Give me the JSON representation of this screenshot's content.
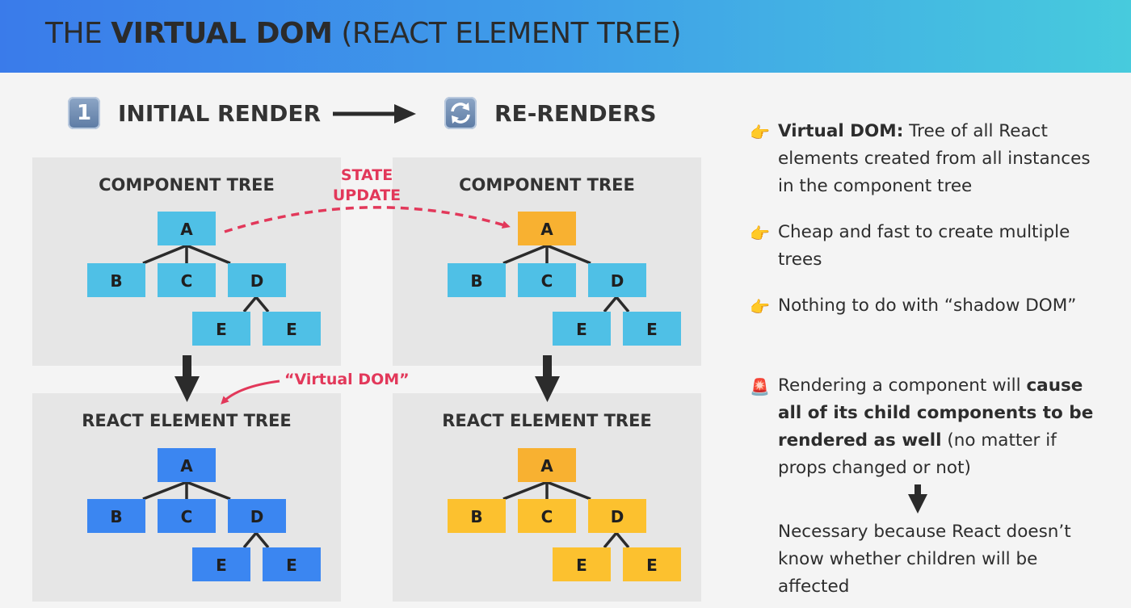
{
  "header": {
    "title_prefix": "THE ",
    "title_bold": "VIRTUAL DOM",
    "title_suffix": " (REACT ELEMENT TREE)"
  },
  "steps": {
    "initial_badge": "1",
    "initial_label": "INITIAL RENDER",
    "rerender_label": "RE-RENDERS"
  },
  "panels": {
    "component_tree_title": "COMPONENT TREE",
    "element_tree_title": "REACT ELEMENT TREE"
  },
  "nodes": {
    "a": "A",
    "b": "B",
    "c": "C",
    "d": "D",
    "e": "E"
  },
  "notes": {
    "state_update_line1": "STATE",
    "state_update_line2": "UPDATE",
    "virtual_dom": "“Virtual DOM”"
  },
  "colors": {
    "component_node": "#4fc0e6",
    "element_node": "#3b86f1",
    "updated_component": "#f8b131",
    "rerendered_element": "#fcc12f",
    "accent_red": "#e2385a"
  },
  "bullets": [
    {
      "icon": "pointing-hand-icon",
      "bold": "Virtual DOM:",
      "text": " Tree of all React elements created from all instances in the component tree"
    },
    {
      "icon": "pointing-hand-icon",
      "text": "Cheap and fast to create multiple trees"
    },
    {
      "icon": "pointing-hand-icon",
      "text": "Nothing to do with “shadow DOM”"
    },
    {
      "icon": "siren-icon",
      "text_before": "Rendering a component will ",
      "bold": "cause all of its child components to be rendered as well",
      "text_after": " (no matter if props changed or not)"
    }
  ],
  "conclusion": "Necessary because React doesn’t know whether children will be affected"
}
